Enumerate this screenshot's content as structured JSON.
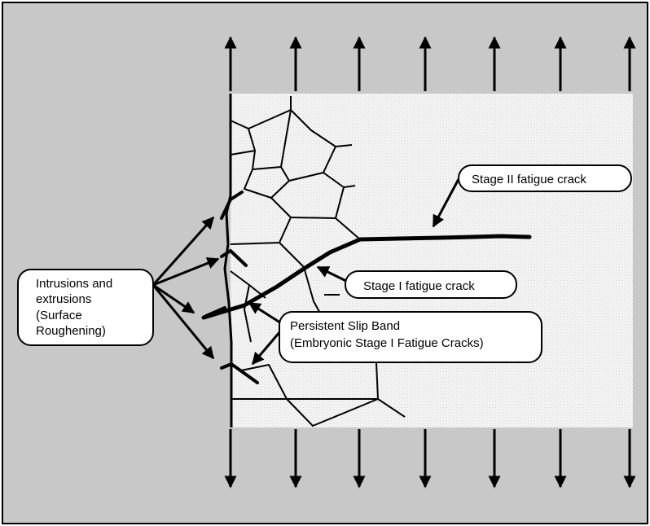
{
  "labels": {
    "intrusions": [
      "Intrusions and",
      "extrusions",
      "(Surface",
      "Roughening)"
    ],
    "stage2": "Stage II fatigue crack",
    "stage1": "Stage I fatigue crack",
    "psb": [
      "Persistent Slip Band",
      "(Embryonic Stage I Fatigue Cracks)"
    ]
  },
  "colors": {
    "background": "#c8c8c8",
    "specimen": "#f2f2f2",
    "ink": "#000000",
    "label_fill": "#ffffff"
  }
}
